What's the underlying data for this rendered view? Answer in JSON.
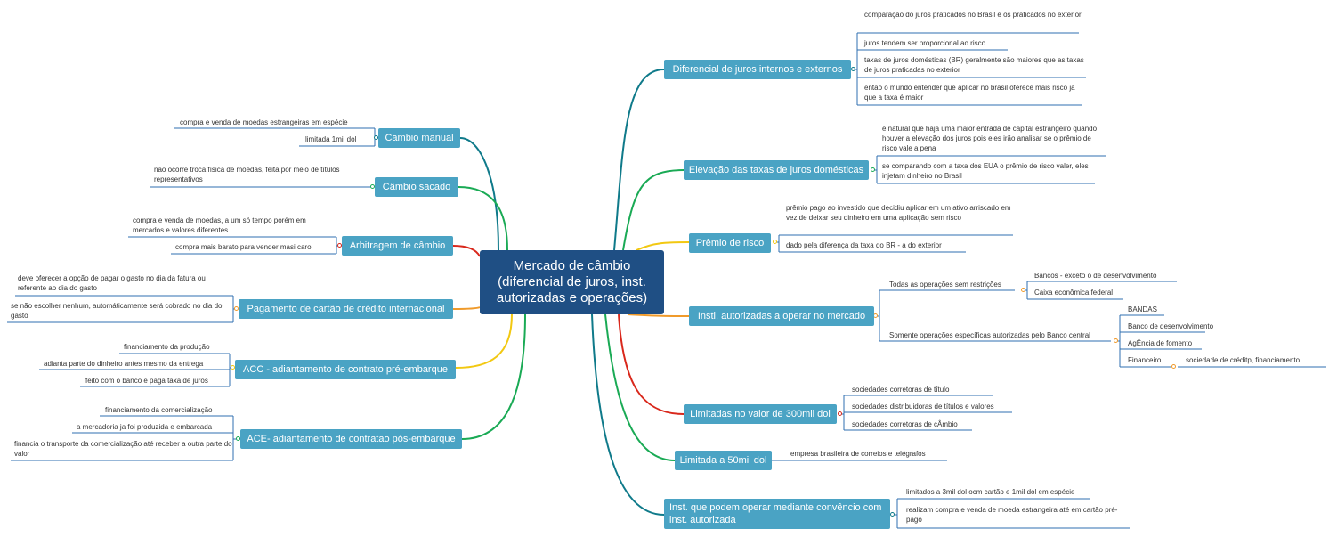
{
  "root": "Mercado de câmbio (diferencial de juros, inst. autorizadas e operações)",
  "colors": {
    "root_bg": "#1f4f84",
    "branch_bg": "#4aa3c4",
    "teal": "#0f7a8a",
    "green": "#1aaa55",
    "yellow": "#f2c811",
    "red": "#d9281c",
    "orange": "#f09a2a",
    "line": "#2f6fb1"
  },
  "right": {
    "diferencial": {
      "label": "Diferencial de juros internos e externos",
      "leaves": [
        "comparação do juros praticados no Brasil e os praticados no exterior",
        "juros tendem ser proporcional ao risco",
        "taxas de juros domésticas (BR) geralmente são maiores que as taxas de juros praticadas no exterior",
        "então o mundo entender que aplicar no brasil oferece mais risco já que a taxa é maior"
      ]
    },
    "elevacao": {
      "label": "Elevação das taxas de juros domésticas",
      "leaves": [
        "é natural que haja uma maior entrada de capital estrangeiro quando houver a elevação dos juros pois eles irão analisar se o prêmio de risco vale a pena",
        "se comparando com a taxa dos EUA o prêmio de risco valer, eles injetam dinheiro no Brasil"
      ]
    },
    "premio": {
      "label": "Prêmio de risco",
      "leaves": [
        "prêmio pago ao investido que decidiu aplicar em um ativo arriscado em vez de deixar seu dinheiro em uma aplicação sem risco",
        "dado pela diferença da taxa do BR - a do exterior"
      ]
    },
    "insti": {
      "label": "Insti. autorizadas a operar no mercado",
      "todas": {
        "label": "Todas as operações sem restrições",
        "items": [
          "Bancos - exceto o de desenvolvimento",
          "Caixa econômica federal"
        ]
      },
      "somente": {
        "label": "Somente operações específicas autorizadas pelo Banco central",
        "items": [
          "BANDAS",
          "Banco de desenvolvimento",
          "AgÊncia de fomento",
          "Financeiro"
        ],
        "financeiro_sub": "sociedade de créditp, financiamento..."
      }
    },
    "limitadas300": {
      "label": "Limitadas no valor de 300mil dol",
      "leaves": [
        "sociedades corretoras de título",
        "sociedades distribuidoras de títulos e valores",
        "sociedades corretoras de cÂmbio"
      ]
    },
    "limitada50": {
      "label": "Limitada a 50mil dol",
      "leaves": [
        "empresa brasileira de correios e telégrafos"
      ]
    },
    "inst": {
      "label": "Inst. que podem operar mediante convêncio com inst. autorizada",
      "leaves": [
        "limitados a 3mil dol ocm cartão e 1mil dol em espécie",
        "realizam compra e venda de moeda estrangeira até em cartão pré-pago"
      ]
    }
  },
  "left": {
    "manual": {
      "label": "Cambio manual",
      "leaves": [
        "compra e venda de moedas estrangeiras em espécie",
        "limitada 1mil dol"
      ]
    },
    "sacado": {
      "label": "Câmbio sacado",
      "leaves": [
        "não ocorre troca física de moedas, feita por meio de títulos representativos"
      ]
    },
    "arbitragem": {
      "label": "Arbitragem de câmbio",
      "leaves": [
        "compra e venda de moedas, a um só tempo porém em mercados e valores diferentes",
        "compra mais barato para vender masi caro"
      ]
    },
    "pagamento": {
      "label": "Pagamento de cartão de crédito internacional",
      "leaves": [
        "deve oferecer a opção de pagar o gasto no dia da fatura ou referente ao dia do gasto",
        "se não escolher nenhum, automáticamente será cobrado no dia do gasto"
      ]
    },
    "acc": {
      "label": "ACC - adiantamento de contrato pré-embarque",
      "leaves": [
        "financiamento da produção",
        "adianta parte do dinheiro antes mesmo da entrega",
        "feito com o banco e paga taxa de juros"
      ]
    },
    "ace": {
      "label": "ACE- adiantamento de contratao pós-embarque",
      "leaves": [
        "financiamento da comercialização",
        "a mercadoria ja foi produzida e embarcada",
        "financia o transporte da comercialização até receber a outra parte do valor"
      ]
    }
  }
}
